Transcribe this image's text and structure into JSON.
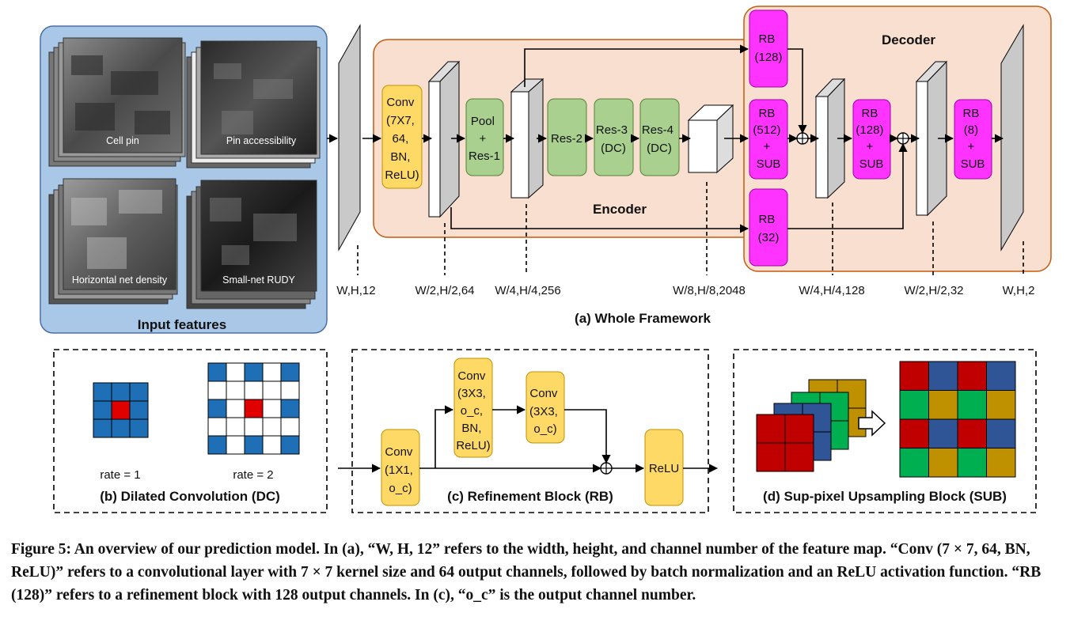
{
  "input_panel": {
    "title": "Input features",
    "maps": [
      "Cell pin",
      "Pin accessibility",
      "Horizontal net density",
      "Small-net RUDY"
    ]
  },
  "encoder": {
    "title": "Encoder",
    "conv": [
      "Conv",
      "(7X7,",
      "64,",
      "BN,",
      "ReLU)"
    ],
    "pool": [
      "Pool",
      "+",
      "Res-1"
    ],
    "res2": [
      "Res-2"
    ],
    "res3": [
      "Res-3",
      "(DC)"
    ],
    "res4": [
      "Res-4",
      "(DC)"
    ]
  },
  "decoder": {
    "title": "Decoder",
    "rb128_top": [
      "RB",
      "(128)"
    ],
    "rb512": [
      "RB",
      "(512)",
      "+",
      "SUB"
    ],
    "rb32": [
      "RB",
      "(32)"
    ],
    "rb128_mid": [
      "RB",
      "(128)",
      "+",
      "SUB"
    ],
    "rb8": [
      "RB",
      "(8)",
      "+",
      "SUB"
    ]
  },
  "dims": [
    "W,H,12",
    "W/2,H/2,64",
    "W/4,H/4,256",
    "W/8,H/8,2048",
    "W/4,H/4,128",
    "W/2,H/2,32",
    "W,H,2"
  ],
  "framework_title": "(a) Whole Framework",
  "panel_b": {
    "title": "(b) Dilated Convolution (DC)",
    "rate1": "rate = 1",
    "rate2": "rate = 2"
  },
  "panel_c": {
    "title": "(c) Refinement Block (RB)",
    "conv1": [
      "Conv",
      "(1X1,",
      "o_c)"
    ],
    "conv2": [
      "Conv",
      "(3X3,",
      "o_c,",
      "BN,",
      "ReLU)"
    ],
    "conv3": [
      "Conv",
      "(3X3,",
      "o_c)"
    ],
    "relu": [
      "ReLU"
    ]
  },
  "panel_d": {
    "title": "(d) Sup-pixel Upsampling Block (SUB)"
  },
  "colors": {
    "input_bg": "#a9c7e6",
    "encoder_bg": "#f8dfcf",
    "conv_yellow": "#ffd966",
    "res_green": "#a9d08e",
    "rb_magenta": "#ff33ff",
    "grid_blue": "#1f6fb7",
    "grid_red": "#e00000",
    "sub_red": "#c00000",
    "sub_green": "#00b050",
    "sub_blue": "#2f5597",
    "sub_gold": "#bf9000"
  },
  "caption": "Figure 5: An overview of our prediction model. In (a), “W, H, 12” refers to the width, height, and channel number of the feature map. “Conv (7 × 7, 64, BN, ReLU)” refers to a convolutional layer with 7 × 7 kernel size and 64 output channels, followed by batch normalization and an ReLU activation function. “RB (128)” refers to a refinement block with 128 output channels. In (c), “o_c” is the output channel number."
}
